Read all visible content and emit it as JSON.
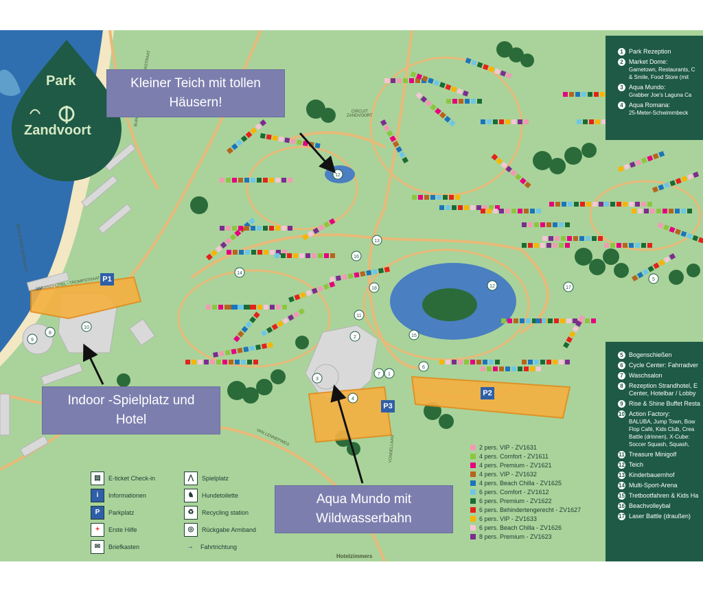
{
  "logo": {
    "line1": "Park",
    "line2": "Zandvoort"
  },
  "callouts": {
    "teich": [
      "Kleiner Teich mit tollen",
      "Häusern!"
    ],
    "indoor": [
      "Indoor -Spielplatz und",
      "Hotel"
    ],
    "aqua": [
      "Aqua Mundo mit",
      "Wildwasserbahn"
    ]
  },
  "panel_top": [
    {
      "num": "1",
      "text": "Park Rezeption"
    },
    {
      "num": "2",
      "text": "Market Dome:",
      "sub": "Gametown, Restaurants, C\n& Smile, Food Store (mit"
    },
    {
      "num": "3",
      "text": "Aqua Mundo:",
      "sub": "Grabber Joe's Laguna Ca"
    },
    {
      "num": "4",
      "text": "Aqua Romana:",
      "sub": "25-Meter-Schwimmbeck"
    }
  ],
  "panel_bottom": [
    {
      "num": "5",
      "text": "Bogenschießen"
    },
    {
      "num": "6",
      "text": "Cycle Center: Fahrradver"
    },
    {
      "num": "7",
      "text": "Waschsalon"
    },
    {
      "num": "8",
      "text": "Rezeption Strandhotel, E\nCenter, Hotelbar / Lobby"
    },
    {
      "num": "9",
      "text": "Rise & Shine Buffet Resta"
    },
    {
      "num": "10",
      "text": "Action Factory:",
      "sub": "BALUBA, Jump Town, Bow\nFlop Café, Kids Club, Crea\nBattle (drinnen), X-Cube:\nSoccer Squash, Squash,"
    },
    {
      "num": "11",
      "text": "Treasure Minigolf"
    },
    {
      "num": "12",
      "text": "Teich"
    },
    {
      "num": "13",
      "text": "Kinderbauernhof"
    },
    {
      "num": "14",
      "text": "Multi-Sport-Arena"
    },
    {
      "num": "15",
      "text": "Tretbootfahren & Kids Ha"
    },
    {
      "num": "16",
      "text": "Beachvolleybal"
    },
    {
      "num": "17",
      "text": "Laser Battle (draußen)"
    }
  ],
  "accommodation_legend": [
    {
      "label": "2 pers. VIP - ZV1631",
      "color": "#f19ab2"
    },
    {
      "label": "4 pers. Comfort - ZV1611",
      "color": "#8cc63f"
    },
    {
      "label": "4 pers. Premium - ZV1621",
      "color": "#e6007e"
    },
    {
      "label": "4 pers. VIP - ZV1632",
      "color": "#b5651d"
    },
    {
      "label": "4 pers. Beach Chilla - ZV1625",
      "color": "#1b75bb"
    },
    {
      "label": "6 pers. Comfort - ZV1612",
      "color": "#6ec6e6"
    },
    {
      "label": "6 pers. Premium - ZV1622",
      "color": "#1b6b34"
    },
    {
      "label": "6 pers. Behindertengerecht - ZV1627",
      "color": "#e2231a"
    },
    {
      "label": "6 pers. VIP - ZV1633",
      "color": "#f7b500"
    },
    {
      "label": "6 pers. Beach Chilla - ZV1626",
      "color": "#f5c6d6"
    },
    {
      "label": "8 pers. Premium - ZV1623",
      "color": "#7b2d8e"
    }
  ],
  "symbol_legend_left": [
    {
      "icon": "ticket-icon",
      "glyph": "▤",
      "label": "E-ticket Check-in"
    },
    {
      "icon": "info-icon",
      "glyph": "i",
      "label": "Informationen"
    },
    {
      "icon": "parking-icon",
      "glyph": "P",
      "label": "Parkplatz"
    },
    {
      "icon": "first-aid-icon",
      "glyph": "+",
      "label": "Erste Hilfe"
    },
    {
      "icon": "mailbox-icon",
      "glyph": "✉",
      "label": "Briefkasten"
    }
  ],
  "symbol_legend_right": [
    {
      "icon": "playground-icon",
      "glyph": "⋀",
      "label": "Spielplatz"
    },
    {
      "icon": "dog-toilet-icon",
      "glyph": "♞",
      "label": "Hundetoilette"
    },
    {
      "icon": "recycling-icon",
      "glyph": "♻",
      "label": "Recycling station"
    },
    {
      "icon": "wristband-return-icon",
      "glyph": "◎",
      "label": "Rückgabe Armband"
    },
    {
      "icon": "direction-arrow-icon",
      "glyph": "→",
      "label": "Fahrtrichtung"
    }
  ],
  "streets": {
    "circuit": "CIRCUIT\nZANDVOORT",
    "burgemeester": "BURGEMEESTER VAN ALPHENSTRAAT",
    "boulevard": "BOULEVARD BARNAART",
    "strandhotel": "STRANDHOTEL - TROMPSTRAAT",
    "lennep": "VAN LENNEPWEG",
    "vondellaan": "VONDELLAAN",
    "hotelzimmers": "Hotelzimmers"
  },
  "parking_labels": [
    "P1",
    "P2",
    "P3"
  ],
  "map_numbers": [
    "12",
    "12",
    "13",
    "14",
    "16",
    "17",
    "18",
    "5",
    "15",
    "11",
    "1",
    "2",
    "3",
    "4",
    "6",
    "7",
    "8",
    "9",
    "10"
  ],
  "colors": {
    "grass": "#a9d39b",
    "sea": "#2f6fb0",
    "beach": "#f3e7c4",
    "pond": "#4a7fc1",
    "road": "#e8b978",
    "panel": "#1e5a45",
    "callout": "#7c7fae"
  }
}
